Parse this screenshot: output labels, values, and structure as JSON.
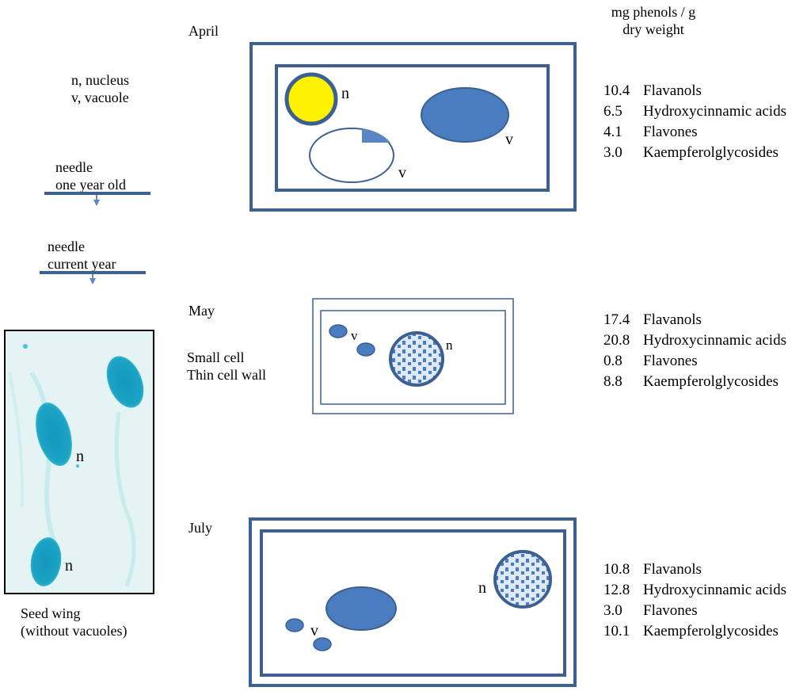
{
  "header": {
    "units_line1": "mg phenols / g",
    "units_line2": "dry weight"
  },
  "legend": {
    "nucleus": "n, nucleus",
    "vacuole": "v, vacuole"
  },
  "needles": {
    "one_year": {
      "line1": "needle",
      "line2": "one year old"
    },
    "current": {
      "line1": "needle",
      "line2": "current year"
    }
  },
  "photo": {
    "caption_line1": "Seed wing",
    "caption_line2": "(without vacuoles)"
  },
  "labels": {
    "n": "n",
    "v": "v"
  },
  "cells": [
    {
      "month": "April",
      "compounds": [
        {
          "value": "10.4",
          "name": "Flavanols"
        },
        {
          "value": "6.5",
          "name": "Hydroxycinnamic acids"
        },
        {
          "value": "4.1",
          "name": "Flavones"
        },
        {
          "value": "3.0",
          "name": "Kaempferolglycosides"
        }
      ]
    },
    {
      "month": "May",
      "note_line1": "Small cell",
      "note_line2": "Thin cell wall",
      "compounds": [
        {
          "value": "17.4",
          "name": "Flavanols"
        },
        {
          "value": "20.8",
          "name": "Hydroxycinnamic acids"
        },
        {
          "value": "0.8",
          "name": "Flavones"
        },
        {
          "value": "8.8",
          "name": "Kaempferolglycosides"
        }
      ]
    },
    {
      "month": "July",
      "compounds": [
        {
          "value": "10.8",
          "name": "Flavanols"
        },
        {
          "value": "12.8",
          "name": "Hydroxycinnamic acids"
        },
        {
          "value": "3.0",
          "name": "Flavones"
        },
        {
          "value": "10.1",
          "name": "Kaempferolglycosides"
        }
      ]
    }
  ],
  "colors": {
    "cell_wall": "#3d6092",
    "vacuole_fill": "#4a7cc0",
    "nucleus_april": "#fff200",
    "nucleus_dotted_bg": "#dfe9f6",
    "stain": "#1ba3c4",
    "photo_bg": "#e4f4f4"
  }
}
